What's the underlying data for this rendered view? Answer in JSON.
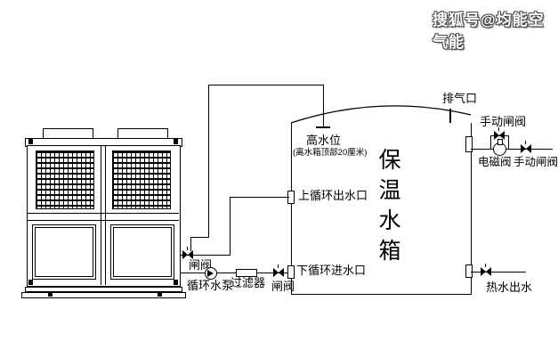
{
  "watermark": "搜狐号@均能空气能",
  "labels": {
    "exhaust_port": "排气口",
    "manual_valve_top": "手动闸阀",
    "solenoid_valve": "电磁阀",
    "manual_valve_right": "手动闸阀",
    "high_water_level": "高水位",
    "high_water_note": "(离水箱顶部20厘米)",
    "tank_name": "保温水箱",
    "upper_circulation_outlet": "上循环出水口",
    "lower_circulation_inlet": "下循环进水口",
    "gate_valve_left": "闸阀",
    "circulation_pump": "循环水泵",
    "filter": "过滤器",
    "gate_valve_mid": "闸阀",
    "hot_water_outlet": "热水出水"
  },
  "colors": {
    "line": "#000000",
    "background": "#ffffff",
    "watermark_fill": "#ffffff",
    "watermark_outline": "#4a4a4a"
  }
}
